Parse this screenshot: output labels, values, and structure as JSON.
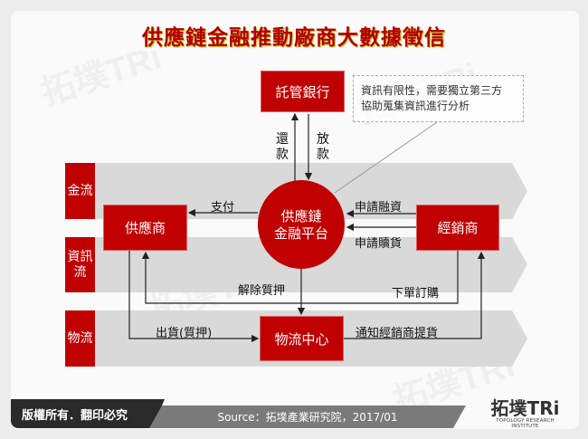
{
  "title": "供應鏈金融推動廠商大數據徵信",
  "flows": [
    "金流",
    "資訊流",
    "物流"
  ],
  "nodes": {
    "bank": "託管銀行",
    "supplier": "供應商",
    "platform_line1": "供應鏈",
    "platform_line2": "金融平台",
    "distributor": "經銷商",
    "logistics": "物流中心"
  },
  "edges": {
    "repay": "還款",
    "lend": "放款",
    "pay": "支付",
    "apply_financing": "申請融資",
    "apply_redeem": "申請贖貨",
    "release_pledge": "解除質押",
    "order": "下單訂購",
    "ship": "出貨(質押)",
    "notify": "通知經銷商提貨"
  },
  "note": {
    "line1": "資訊有限性，需要獨立第三方",
    "line2": "協助蒐集資訊進行分析"
  },
  "footer": {
    "copyright": "版權所有．翻印必究",
    "source": "Source：拓墣產業研究院，2017/01",
    "logo_main": "拓墣TRi",
    "logo_sub": "TOPOLOGY RESEARCH INSTITUTE"
  },
  "colors": {
    "accent": "#c00000",
    "band": "#d9d9d9"
  }
}
